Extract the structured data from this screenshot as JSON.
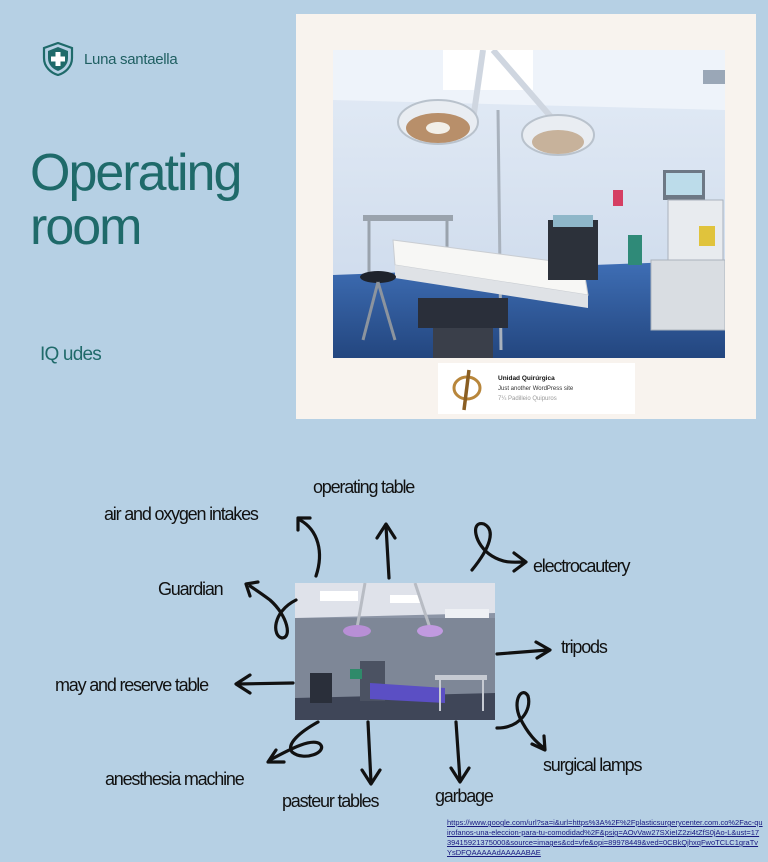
{
  "brand": {
    "name": "Luna santaella",
    "icon": "medical-shield-icon"
  },
  "title": "Operating room",
  "author": "IQ udes",
  "source_logo": {
    "title": "Unidad Quirúrgica",
    "subtitle": "Just another WordPress site",
    "footer": "7¼ Padilleio Quipuros"
  },
  "diagram": {
    "labels": {
      "operating_table": "operating table",
      "air_oxygen": "air and oxygen intakes",
      "electrocautery": "electrocautery",
      "guardian": "Guardian",
      "tripods": "tripods",
      "may_reserve_table": "may and reserve table",
      "surgical_lamps": "surgical lamps",
      "anesthesia_machine": "anesthesia machine",
      "pasteur_tables": "pasteur tables",
      "garbage": "garbage"
    }
  },
  "source_url": "https://www.google.com/url?sa=i&url=https%3A%2F%2Fplasticsurgerycenter.com.co%2Fac-quirofanos-una-eleccion-para-tu-comodidad%2F&psig=AOvVaw27SXieIZ2zi4tZfS0jAo-L&ust=1739415921375000&source=images&cd=vfe&opi=89978449&ved=0CBkQjhxqFwoTCLC1graTvYsDFQAAAAAdAAAAABAE",
  "colors": {
    "background": "#b6d0e4",
    "title": "#1f6a6a",
    "card": "#f8f3ee"
  }
}
